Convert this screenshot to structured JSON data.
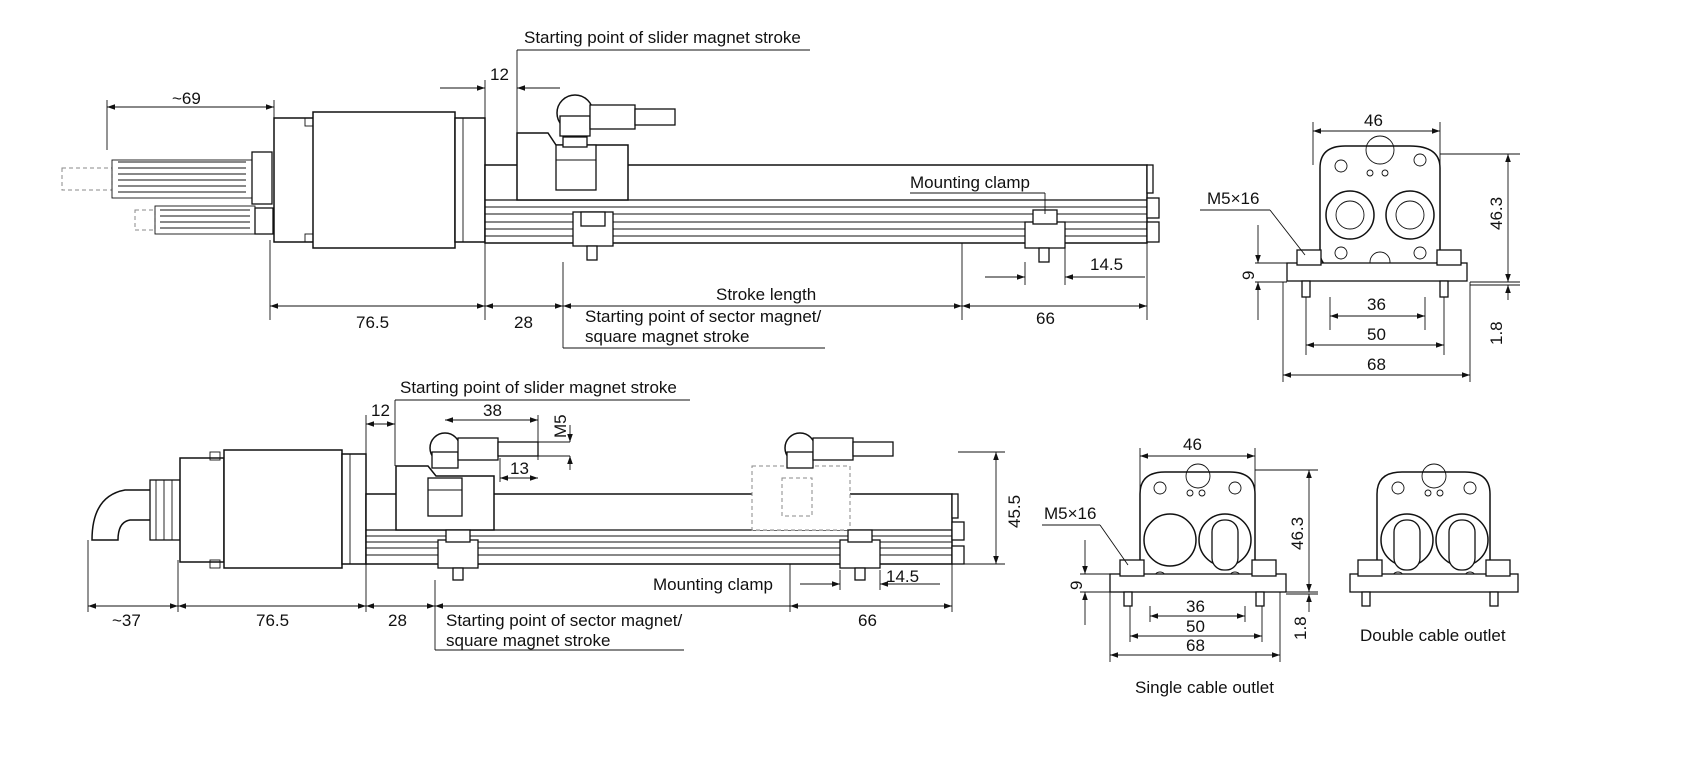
{
  "top_view": {
    "label_slider_start": "Starting point of slider magnet stroke",
    "label_mounting_clamp": "Mounting clamp",
    "label_stroke_length": "Stroke length",
    "label_sector_start_1": "Starting point of sector magnet/",
    "label_sector_start_2": "square magnet stroke",
    "dim_cable": "~69",
    "dim_12": "12",
    "dim_76_5": "76.5",
    "dim_28": "28",
    "dim_66": "66",
    "dim_14_5": "14.5"
  },
  "end_view_top": {
    "dim_46": "46",
    "dim_46_3": "46.3",
    "dim_9": "9",
    "dim_36": "36",
    "dim_50": "50",
    "dim_68": "68",
    "dim_1_8": "1.8",
    "label_screw": "M5×16"
  },
  "side_view": {
    "label_slider_start": "Starting point of slider magnet stroke",
    "label_mounting_clamp": "Mounting clamp",
    "label_sector_start_1": "Starting point of sector magnet/",
    "label_sector_start_2": "square magnet stroke",
    "dim_12": "12",
    "dim_38": "38",
    "dim_m5": "M5",
    "dim_13": "13",
    "dim_45_5": "45.5",
    "dim_cable": "~37",
    "dim_76_5": "76.5",
    "dim_28": "28",
    "dim_66": "66",
    "dim_14_5": "14.5"
  },
  "end_view_bottom": {
    "dim_46": "46",
    "dim_46_3": "46.3",
    "dim_9": "9",
    "dim_36": "36",
    "dim_50": "50",
    "dim_68": "68",
    "dim_1_8": "1.8",
    "label_screw": "M5×16",
    "caption_single": "Single cable outlet",
    "caption_double": "Double cable outlet"
  }
}
